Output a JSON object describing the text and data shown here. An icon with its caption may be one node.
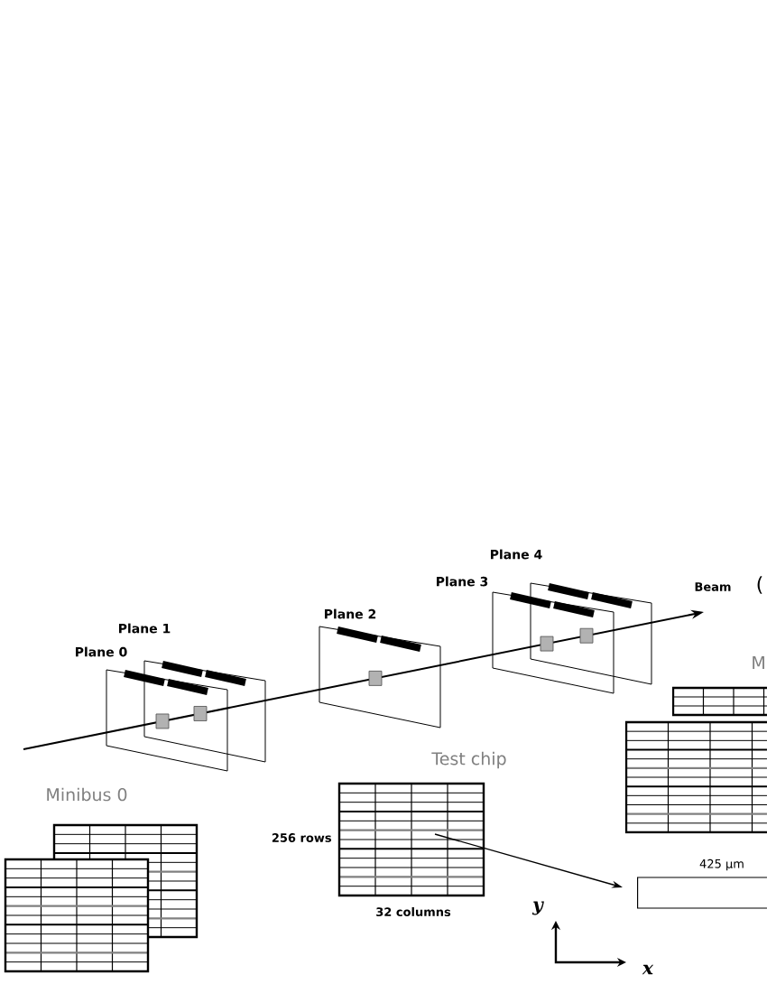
{
  "diagram": {
    "nodes": [
      {
        "text": [
          "Plane 0"
        ]
      },
      {
        "text": [
          "Plane 1"
        ]
      },
      {
        "text": [
          "Plane 2"
        ]
      },
      {
        "text": [
          "Plane 3"
        ]
      },
      {
        "text": [
          "Plane 4"
        ]
      },
      {
        "text": [
          "Minibus 0"
        ]
      },
      {
        "text": [
          "M"
        ]
      },
      {
        "text": [
          "Test chip"
        ],
        "beside": [
          "256 rows",
          "32 columns"
        ]
      },
      {
        "text": [],
        "shape": "box",
        "beside": [
          "425 µm"
        ]
      }
    ],
    "edges": [
      {
        "from": 7,
        "to": 8,
        "arrow": "to"
      }
    ],
    "labels": [
      "Beam",
      "(",
      "y",
      "x"
    ]
  }
}
